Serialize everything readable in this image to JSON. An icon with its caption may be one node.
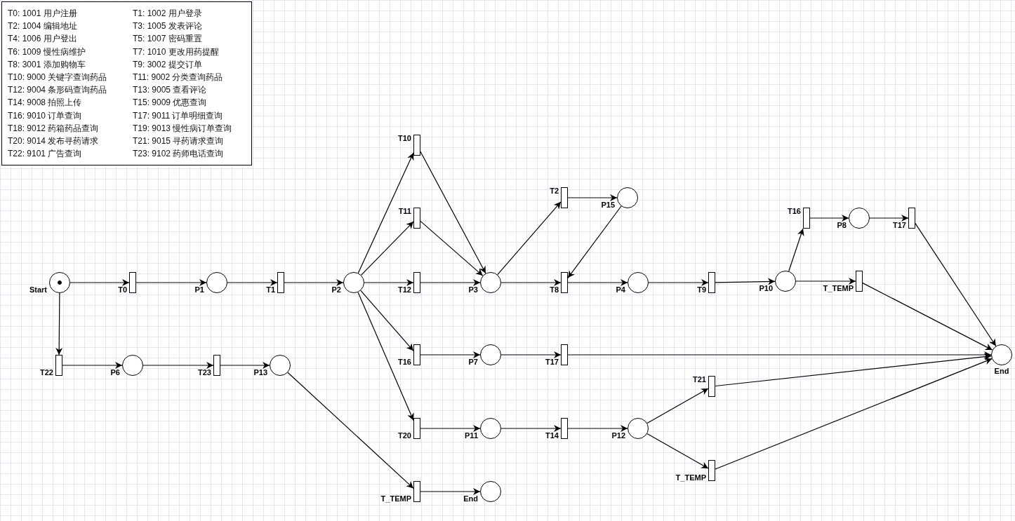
{
  "diagram": {
    "nodes": [
      {
        "text": [
          "T0: 1001 用户注册",
          "T1: 1002 用户登录",
          "T2: 1004 编辑地址",
          "T3: 1005 发表评论",
          "T4: 1006 用户登出",
          "T5: 1007 密码重置",
          "T6: 1009 慢性病维护",
          "T7: 1010 更改用药提醒",
          "T8: 3001 添加购物车",
          "T9: 3002 提交订单",
          "T10: 9000 关键字查询药品",
          "T11: 9002 分类查询药品",
          "T12: 9004 条形码查询药品",
          "T13: 9005 查看评论",
          "T14: 9008 拍照上传",
          "T15: 9009 优惠查询",
          "T16: 9010 订单查询",
          "T17: 9011 订单明细查询",
          "T18: 9012 药箱药品查询",
          "T19: 9013 慢性病订单查询",
          "T20: 9014 发布寻药请求",
          "T21: 9015 寻药请求查询",
          "T22: 9101 广告查询",
          "T23: 9102 药师电话查询"
        ]
      },
      {
        "text": [
          "Start"
        ]
      },
      {
        "text": [
          "T0"
        ]
      },
      {
        "text": [
          "P1"
        ]
      },
      {
        "text": [
          "T1"
        ]
      },
      {
        "text": [
          "P2"
        ]
      },
      {
        "text": [
          "T10"
        ]
      },
      {
        "text": [
          "T11"
        ]
      },
      {
        "text": [
          "T12"
        ]
      },
      {
        "text": [
          "P3"
        ]
      },
      {
        "text": [
          "T2"
        ]
      },
      {
        "text": [
          "P15"
        ]
      },
      {
        "text": [
          "T8"
        ]
      },
      {
        "text": [
          "P4"
        ]
      },
      {
        "text": [
          "T9"
        ]
      },
      {
        "text": [
          "P10"
        ]
      },
      {
        "text": [
          "T16"
        ]
      },
      {
        "text": [
          "P8"
        ]
      },
      {
        "text": [
          "T17"
        ]
      },
      {
        "text": [
          "T_TEMP"
        ]
      },
      {
        "text": [
          "End"
        ]
      },
      {
        "text": [
          "T16"
        ]
      },
      {
        "text": [
          "P7"
        ]
      },
      {
        "text": [
          "T17"
        ]
      },
      {
        "text": [
          "T20"
        ]
      },
      {
        "text": [
          "P11"
        ]
      },
      {
        "text": [
          "T14"
        ]
      },
      {
        "text": [
          "P12"
        ]
      },
      {
        "text": [
          "T21"
        ]
      },
      {
        "text": [
          "T_TEMP"
        ]
      },
      {
        "text": [
          "T_TEMP"
        ]
      },
      {
        "text": [
          "End"
        ]
      },
      {
        "text": [
          "T22"
        ]
      },
      {
        "text": [
          "P6"
        ]
      },
      {
        "text": [
          "T23"
        ]
      },
      {
        "text": [
          "P13"
        ]
      }
    ],
    "edges": [
      {
        "from": 1,
        "to": 2,
        "arrow": "to"
      },
      {
        "from": 2,
        "to": 3,
        "arrow": "to"
      },
      {
        "from": 3,
        "to": 4,
        "arrow": "to"
      },
      {
        "from": 4,
        "to": 5,
        "arrow": "to"
      },
      {
        "from": 5,
        "to": 6,
        "arrow": "to"
      },
      {
        "from": 5,
        "to": 7,
        "arrow": "to"
      },
      {
        "from": 5,
        "to": 8,
        "arrow": "to"
      },
      {
        "from": 5,
        "to": 21,
        "arrow": "to"
      },
      {
        "from": 5,
        "to": 24,
        "arrow": "to"
      },
      {
        "from": 6,
        "to": 9,
        "arrow": "to"
      },
      {
        "from": 7,
        "to": 9,
        "arrow": "to"
      },
      {
        "from": 8,
        "to": 9,
        "arrow": "to"
      },
      {
        "from": 9,
        "to": 10,
        "arrow": "to"
      },
      {
        "from": 9,
        "to": 12,
        "arrow": "to"
      },
      {
        "from": 10,
        "to": 11,
        "arrow": "to"
      },
      {
        "from": 11,
        "to": 12,
        "arrow": "to"
      },
      {
        "from": 12,
        "to": 13,
        "arrow": "to"
      },
      {
        "from": 13,
        "to": 14,
        "arrow": "to"
      },
      {
        "from": 14,
        "to": 15,
        "arrow": "to"
      },
      {
        "from": 15,
        "to": 16,
        "arrow": "to"
      },
      {
        "from": 15,
        "to": 19,
        "arrow": "to"
      },
      {
        "from": 16,
        "to": 17,
        "arrow": "to"
      },
      {
        "from": 17,
        "to": 18,
        "arrow": "to"
      },
      {
        "from": 18,
        "to": 20,
        "arrow": "to"
      },
      {
        "from": 19,
        "to": 20,
        "arrow": "to"
      },
      {
        "from": 21,
        "to": 22,
        "arrow": "to"
      },
      {
        "from": 22,
        "to": 23,
        "arrow": "to"
      },
      {
        "from": 23,
        "to": 20,
        "arrow": "to"
      },
      {
        "from": 24,
        "to": 25,
        "arrow": "to"
      },
      {
        "from": 25,
        "to": 26,
        "arrow": "to"
      },
      {
        "from": 26,
        "to": 27,
        "arrow": "to"
      },
      {
        "from": 27,
        "to": 28,
        "arrow": "to"
      },
      {
        "from": 27,
        "to": 29,
        "arrow": "to"
      },
      {
        "from": 28,
        "to": 20,
        "arrow": "to"
      },
      {
        "from": 29,
        "to": 20,
        "arrow": "to"
      },
      {
        "from": 1,
        "to": 32,
        "arrow": "to"
      },
      {
        "from": 32,
        "to": 33,
        "arrow": "to"
      },
      {
        "from": 33,
        "to": 34,
        "arrow": "to"
      },
      {
        "from": 34,
        "to": 35,
        "arrow": "to"
      },
      {
        "from": 35,
        "to": 30,
        "arrow": "to"
      },
      {
        "from": 30,
        "to": 31,
        "arrow": "to"
      }
    ]
  }
}
